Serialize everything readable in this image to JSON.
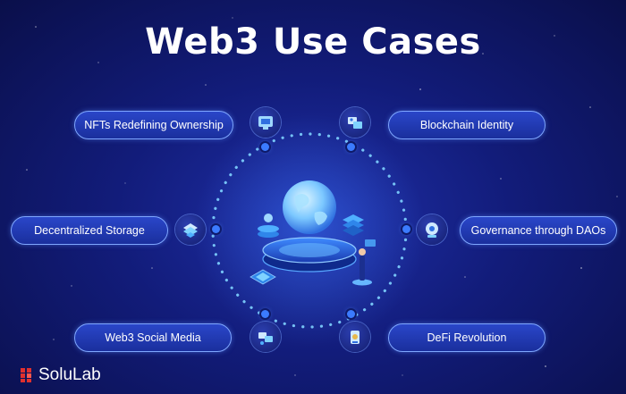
{
  "title": "Web3 Use Cases",
  "use_cases": {
    "nfts": "NFTs Redefining Ownership",
    "identity": "Blockchain Identity",
    "storage": "Decentralized Storage",
    "governance": "Governance through DAOs",
    "social": "Web3 Social Media",
    "defi": "DeFi Revolution"
  },
  "brand": {
    "name": "SoluLab"
  },
  "colors": {
    "background": "#121c7a",
    "pill": "#1f38b5",
    "dot": "#3b7bff",
    "logo_mark": "#e0302e"
  },
  "icons": [
    "nft-icon",
    "identity-icon",
    "storage-icon",
    "governance-icon",
    "social-media-icon",
    "defi-icon",
    "globe-icon"
  ]
}
